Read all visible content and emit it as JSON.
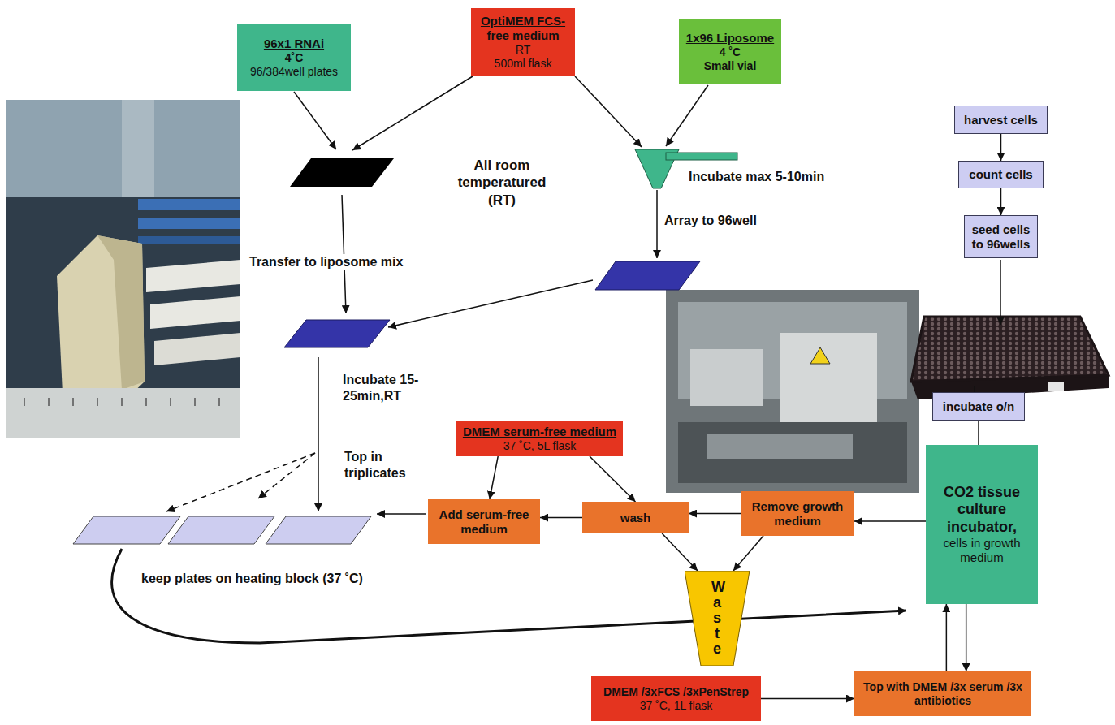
{
  "diagram": {
    "nodes": [
      {
        "text": [
          "96x1 RNAi",
          "4˚C",
          "96/384well plates"
        ]
      },
      {
        "text": [
          "OptiMEM FCS-free medium",
          "RT",
          "500ml flask"
        ]
      },
      {
        "text": [
          "1x96 Liposome",
          "4 ˚C",
          "Small vial"
        ]
      },
      {
        "text": [
          "harvest cells"
        ]
      },
      {
        "text": [
          "count cells"
        ]
      },
      {
        "text": [
          "seed cells to 96wells"
        ]
      },
      {
        "text": [
          "incubate o/n"
        ]
      },
      {
        "text": [
          "CO2 tissue culture incubator,",
          "cells in growth medium"
        ]
      },
      {
        "text": [
          "DMEM serum-free medium",
          "37 ˚C, 5L flask"
        ]
      },
      {
        "text": [
          "Add serum-free medium"
        ]
      },
      {
        "text": [
          "wash"
        ]
      },
      {
        "text": [
          "Remove growth medium"
        ]
      },
      {
        "text": [
          "Waste"
        ]
      },
      {
        "text": [
          "DMEM /3xFCS /3xPenStrep",
          "37 ˚C, 1L flask"
        ]
      },
      {
        "text": [
          "Top with DMEM /3x serum /3x antibiotics"
        ]
      }
    ],
    "edges": [
      {
        "from": 3,
        "to": 4,
        "arrow": "to"
      },
      {
        "from": 4,
        "to": 5,
        "arrow": "to"
      },
      {
        "from": 6,
        "to": 7,
        "arrow": "none"
      },
      {
        "from": 7,
        "to": 11,
        "arrow": "to"
      },
      {
        "from": 11,
        "to": 10,
        "arrow": "to"
      },
      {
        "from": 10,
        "to": 9,
        "arrow": "to"
      },
      {
        "from": 8,
        "to": 9,
        "arrow": "to"
      },
      {
        "from": 8,
        "to": 10,
        "arrow": "to"
      },
      {
        "from": 10,
        "to": 12,
        "arrow": "to"
      },
      {
        "from": 11,
        "to": 12,
        "arrow": "to"
      },
      {
        "from": 13,
        "to": 14,
        "arrow": "to"
      },
      {
        "from": 14,
        "to": 7,
        "arrow": "to"
      },
      {
        "from": 7,
        "to": 14,
        "arrow": "to"
      }
    ],
    "labels": [
      "All room temperatured (RT)",
      "Transfer to liposome mix",
      "Incubate max 5-10min",
      "Array to 96well",
      "Incubate 15-25min,RT",
      "Top in triplicates",
      "keep plates on heating block (37 ˚C)"
    ]
  }
}
